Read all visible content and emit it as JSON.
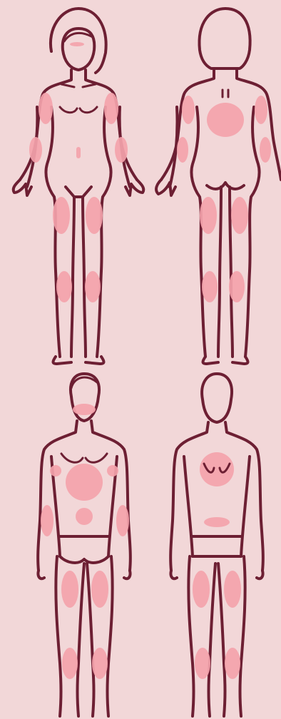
{
  "title": "",
  "colors": {
    "background": "#f2d7d8",
    "outline": "#6d1f33",
    "highlight": "#f4a3ab"
  },
  "figures": [
    {
      "name": "female-front"
    },
    {
      "name": "female-back"
    },
    {
      "name": "male-front"
    },
    {
      "name": "male-back"
    }
  ]
}
